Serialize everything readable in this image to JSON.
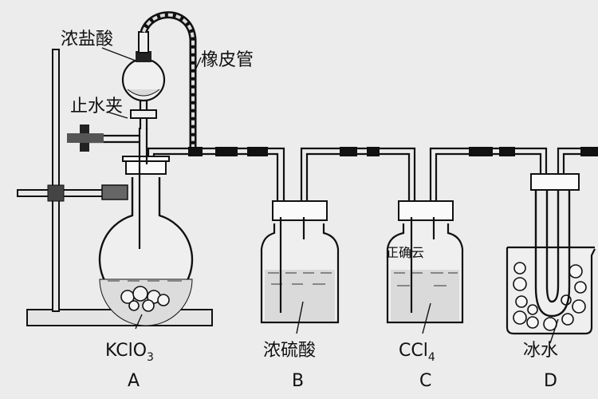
{
  "labels": {
    "conc_hcl": "浓盐酸",
    "rubber_tube": "橡皮管",
    "clamp": "止水夹",
    "kclo3": "KClO",
    "kclo3_sub": "3",
    "conc_h2so4": "浓硫酸",
    "ccl4": "CCl",
    "ccl4_sub": "4",
    "ice_water": "冰水"
  },
  "apparatus_letters": [
    "A",
    "B",
    "C",
    "D"
  ],
  "watermark": "正确云"
}
